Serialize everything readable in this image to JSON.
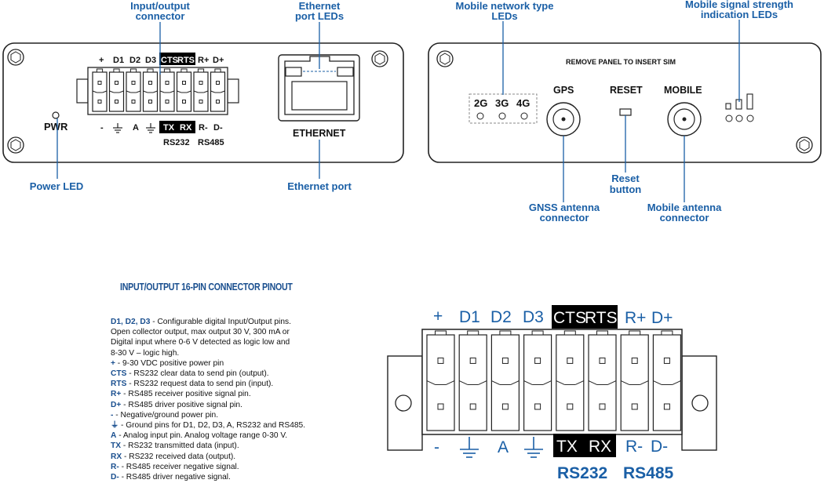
{
  "callouts": {
    "io_connector": "Input/output connector",
    "io_connector_line1": "Input/output",
    "io_connector_line2": "connector",
    "eth_leds_line1": "Ethernet",
    "eth_leds_line2": "port LEDs",
    "power_led": "Power LED",
    "eth_port": "Ethernet port",
    "mobile_type_line1": "Mobile network type",
    "mobile_type_line2": "LEDs",
    "signal_line1": "Mobile signal strength",
    "signal_line2": "indication LEDs",
    "reset_line1": "Reset",
    "reset_line2": "button",
    "gnss_line1": "GNSS  antenna",
    "gnss_line2": "connector",
    "mobile_ant_line1": "Mobile antenna",
    "mobile_ant_line2": "connector"
  },
  "front_panel": {
    "pwr": "PWR",
    "ethernet": "ETHERNET",
    "top_pins": [
      "+",
      "D1",
      "D2",
      "D3"
    ],
    "top_pins_inv": [
      "CTS",
      "RTS"
    ],
    "top_pins_end": [
      "R+",
      "D+"
    ],
    "bottom_pins": [
      "-",
      "A"
    ],
    "bottom_pins_inv": [
      "TX",
      "RX"
    ],
    "bottom_pins_end": [
      "R-",
      "D-"
    ],
    "rs232": "RS232",
    "rs485": "RS485"
  },
  "back_panel": {
    "sim_note": "REMOVE PANEL TO INSERT SIM",
    "net_types": [
      "2G",
      "3G",
      "4G"
    ],
    "gps": "GPS",
    "reset": "RESET",
    "mobile": "MOBILE"
  },
  "pinout": {
    "title": "INPUT/OUTPUT 16-PIN CONNECTOR PINOUT",
    "big_top": [
      "+",
      "D1",
      "D2",
      "D3"
    ],
    "big_top_inv": [
      "CTS",
      "RTS"
    ],
    "big_top_end": [
      "R+",
      "D+"
    ],
    "big_bottom_minus": "-",
    "big_bottom_a": "A",
    "big_bottom_inv": [
      "TX",
      "RX"
    ],
    "big_bottom_end": [
      "R-",
      "D-"
    ],
    "rs232": "RS232",
    "rs485": "RS485"
  },
  "legend": [
    {
      "key": "D1, D2, D3",
      "text": " - Configurable digital Input/Output pins."
    },
    {
      "key": "",
      "text": "Open collector output, max output 30 V, 300 mA or"
    },
    {
      "key": "",
      "text": "Digital input where 0-6 V detected as logic low and"
    },
    {
      "key": "",
      "text": "8-30 V – logic high."
    },
    {
      "key": "+",
      "text": " - 9-30 VDC positive power pin"
    },
    {
      "key": "CTS",
      "text": " - RS232 clear data to send pin (output)."
    },
    {
      "key": "RTS",
      "text": " - RS232 request data to send pin (input)."
    },
    {
      "key": "R+",
      "text": " - RS485 receiver positive signal pin."
    },
    {
      "key": "D+",
      "text": " - RS485 driver positive signal pin."
    },
    {
      "key": "-",
      "text": " - Negative/ground power pin."
    },
    {
      "key": "⏚",
      "text": " - Ground pins for D1, D2, D3, A, RS232 and RS485."
    },
    {
      "key": "A",
      "text": " - Analog input pin. Analog voltage range 0-30 V."
    },
    {
      "key": "TX",
      "text": " - RS232 transmitted data (input)."
    },
    {
      "key": "RX",
      "text": " - RS232 received data (output)."
    },
    {
      "key": "R-",
      "text": " - RS485 receiver negative signal."
    },
    {
      "key": "D-",
      "text": " - RS485 driver negative signal."
    }
  ]
}
